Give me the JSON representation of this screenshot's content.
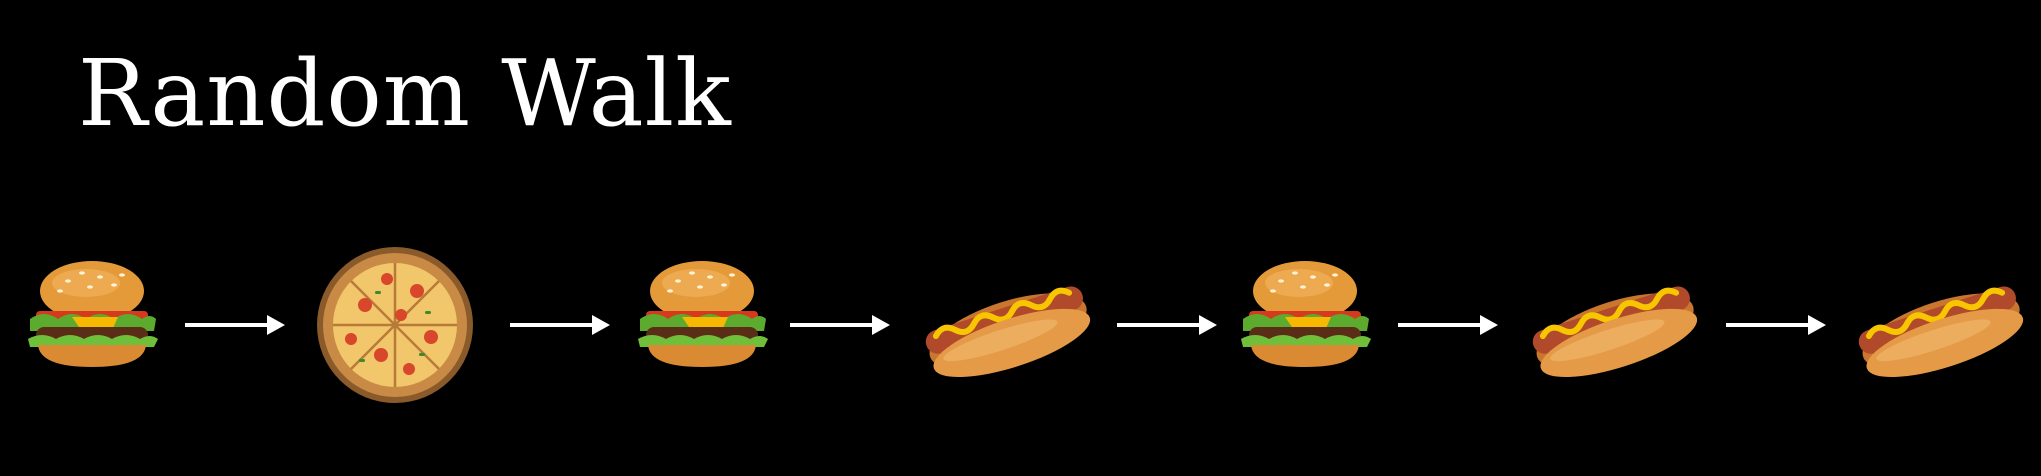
{
  "title": "Random Walk",
  "sequence": [
    {
      "item": "burger",
      "icon": "burger-icon"
    },
    {
      "item": "pizza",
      "icon": "pizza-icon"
    },
    {
      "item": "burger",
      "icon": "burger-icon"
    },
    {
      "item": "hotdog",
      "icon": "hotdog-icon"
    },
    {
      "item": "burger",
      "icon": "burger-icon"
    },
    {
      "item": "hotdog",
      "icon": "hotdog-icon"
    },
    {
      "item": "hotdog",
      "icon": "hotdog-icon"
    }
  ],
  "transition_icon": "arrow-right-icon",
  "colors": {
    "background": "#000000",
    "text": "#ffffff",
    "arrow": "#ffffff"
  }
}
